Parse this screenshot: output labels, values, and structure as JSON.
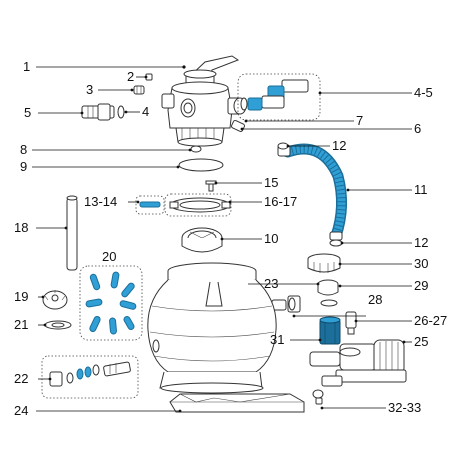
{
  "diagram": {
    "accent_color": "#2f9fd6",
    "labels": {
      "l1": "1",
      "l2": "2",
      "l3": "3",
      "l4a": "4",
      "l45": "4-5",
      "l5": "5",
      "l6": "6",
      "l7": "7",
      "l8": "8",
      "l9": "9",
      "l10": "10",
      "l11": "11",
      "l12a": "12",
      "l12b": "12",
      "l1314": "13-14",
      "l15": "15",
      "l1617": "16-17",
      "l18": "18",
      "l19": "19",
      "l20": "20",
      "l21": "21",
      "l22": "22",
      "l23": "23",
      "l24": "24",
      "l25": "25",
      "l2627": "26-27",
      "l28": "28",
      "l29": "29",
      "l30": "30",
      "l31": "31",
      "l3233": "32-33"
    }
  }
}
